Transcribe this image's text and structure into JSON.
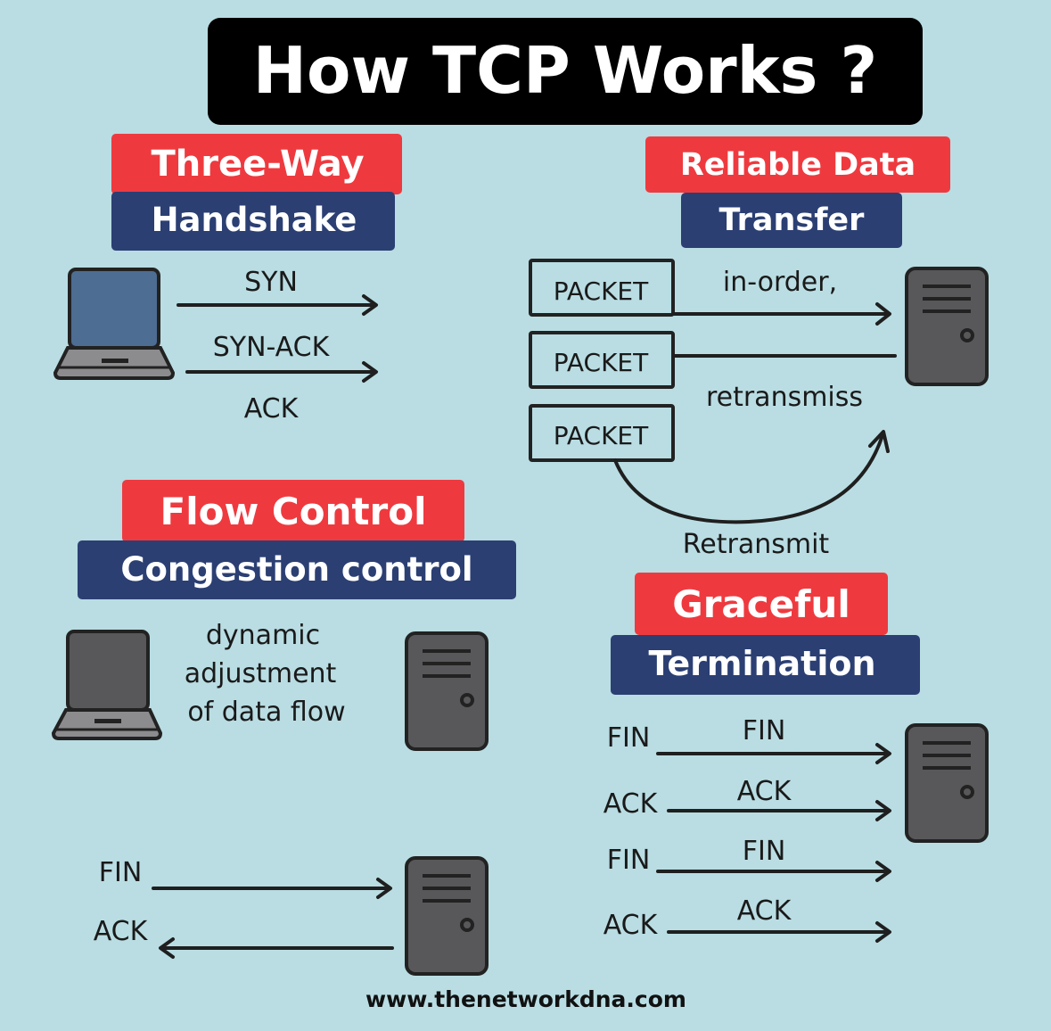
{
  "title": "How TCP Works ?",
  "colors": {
    "background": "#b9dde3",
    "red": "#ee3a3f",
    "navy": "#2b3f73",
    "device": "#58585a",
    "screen": "#4d6d92"
  },
  "handshake": {
    "heading_top": "Three-Way",
    "heading_bottom": "Handshake",
    "labels": [
      "SYN",
      "SYN-ACK",
      "ACK"
    ]
  },
  "reliable": {
    "heading_top": "Reliable Data",
    "heading_bottom": "Transfer",
    "packets": [
      "PACKET",
      "PACKET",
      "PACKET"
    ],
    "in_order": "in-order,",
    "retransmiss": "retransmiss",
    "retransmit": "Retransmit"
  },
  "flow": {
    "heading_top": "Flow Control",
    "heading_bottom": "Congestion control",
    "lines": [
      "dynamic",
      "adjustment",
      "of data flow"
    ]
  },
  "graceful": {
    "heading_top": "Graceful",
    "heading_bottom": "Termination",
    "rows": [
      {
        "left": "FIN",
        "above": "FIN"
      },
      {
        "left": "ACK",
        "above": "ACK"
      },
      {
        "left": "FIN",
        "above": "FIN"
      },
      {
        "left": "ACK",
        "above": "ACK"
      }
    ]
  },
  "bottom_left": {
    "labels": [
      "FIN",
      "ACK"
    ]
  },
  "footer": {
    "url": "www.thenetworkdna.com"
  }
}
